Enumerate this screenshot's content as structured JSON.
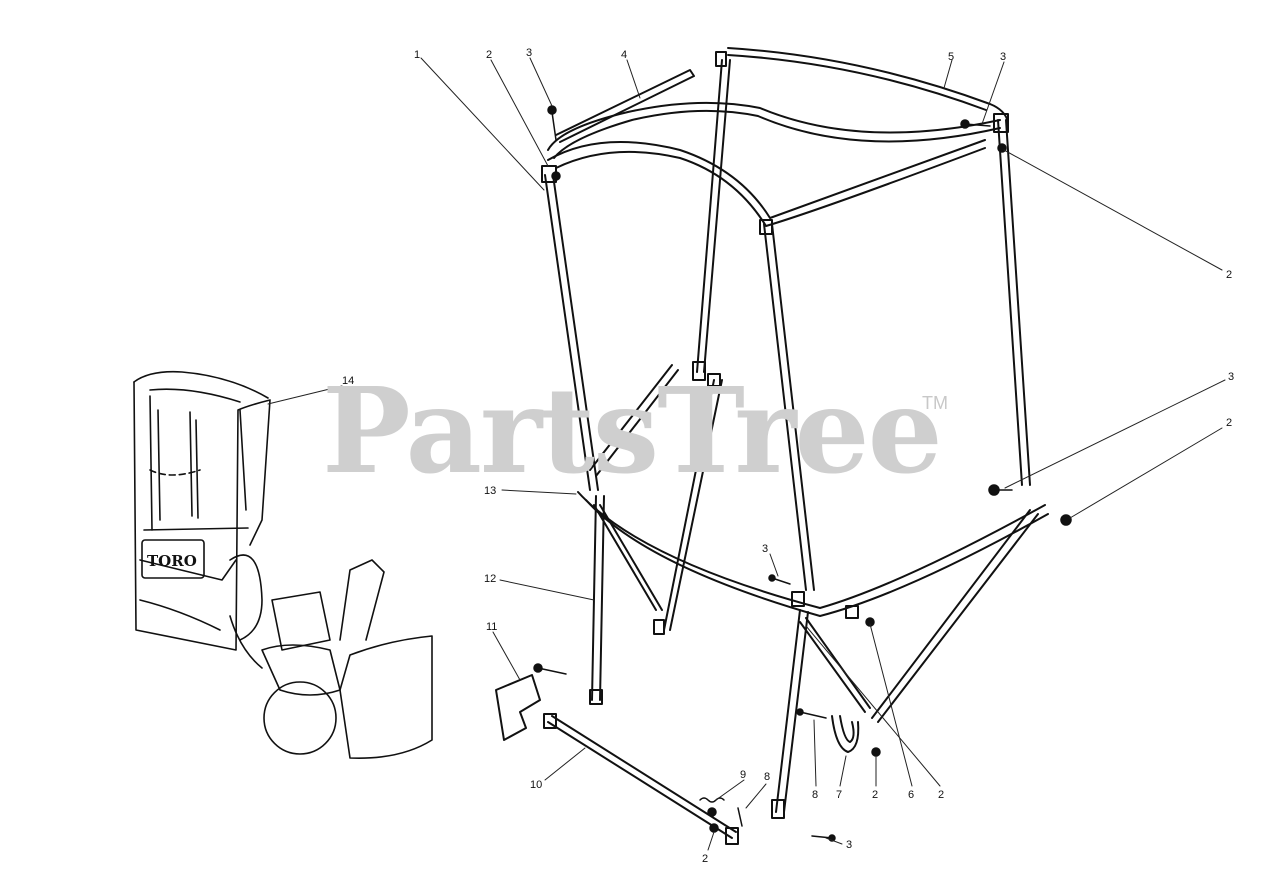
{
  "watermark": {
    "text": "PartsTree",
    "tm": "TM"
  },
  "cab_logo": "TORO",
  "callouts": [
    {
      "id": "c1",
      "label": "1"
    },
    {
      "id": "c2a",
      "label": "2"
    },
    {
      "id": "c3a",
      "label": "3"
    },
    {
      "id": "c4",
      "label": "4"
    },
    {
      "id": "c5",
      "label": "5"
    },
    {
      "id": "c3b",
      "label": "3"
    },
    {
      "id": "c2b",
      "label": "2"
    },
    {
      "id": "c3c",
      "label": "3"
    },
    {
      "id": "c2c",
      "label": "2"
    },
    {
      "id": "c14",
      "label": "14"
    },
    {
      "id": "c13",
      "label": "13"
    },
    {
      "id": "c3d",
      "label": "3"
    },
    {
      "id": "c12",
      "label": "12"
    },
    {
      "id": "c11",
      "label": "11"
    },
    {
      "id": "c10",
      "label": "10"
    },
    {
      "id": "c9",
      "label": "9"
    },
    {
      "id": "c8a",
      "label": "8"
    },
    {
      "id": "c8b",
      "label": "8"
    },
    {
      "id": "c7",
      "label": "7"
    },
    {
      "id": "c2d",
      "label": "2"
    },
    {
      "id": "c6",
      "label": "6"
    },
    {
      "id": "c2e",
      "label": "2"
    },
    {
      "id": "c2f",
      "label": "2"
    },
    {
      "id": "c3e",
      "label": "3"
    }
  ]
}
